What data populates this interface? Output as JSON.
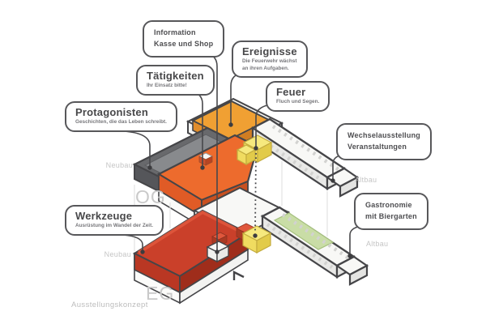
{
  "footer": "Ausstellungskonzept",
  "floor_labels": {
    "og": "OG",
    "eg": "EG"
  },
  "wing_labels": {
    "og_neubau": "Neubau",
    "og_altbau": "Altbau",
    "eg_neubau": "Neubau",
    "eg_altbau": "Altbau"
  },
  "callouts": {
    "information": {
      "line1": "Information",
      "line2": "Kasse und Shop"
    },
    "ereignisse": {
      "title": "Ereignisse",
      "subtitle1": "Die Feuerwehr wächst",
      "subtitle2": "an ihren Aufgaben."
    },
    "taetigkeiten": {
      "title": "Tätigkeiten",
      "subtitle": "Ihr Einsatz bitte!"
    },
    "feuer": {
      "title": "Feuer",
      "subtitle": "Fluch und Segen."
    },
    "protagonisten": {
      "title": "Protagonisten",
      "subtitle": "Geschichten, die das Leben schreibt."
    },
    "wechselausstellung": {
      "line1": "Wechselausstellung",
      "line2": "Veranstaltungen"
    },
    "gastronomie": {
      "line1": "Gastronomie",
      "line2": "mit Biergarten"
    },
    "werkzeuge": {
      "title": "Werkzeuge",
      "subtitle": "Ausrüstung im Wandel der Zeit."
    }
  },
  "colors": {
    "outline": "#454548",
    "white_top": "#f8f8f6",
    "white_front_l": "#f1f1ef",
    "white_front_r": "#e9e9e7",
    "end_face": "#e4e4e2",
    "gray_top": "#68696c",
    "gray_inner": "#888a8d",
    "gray_front": "#55565a",
    "orange_top": "#ed6b2d",
    "orange_front_l": "#e05b26",
    "orange_front_r": "#c85020",
    "amber_top": "#f0a033",
    "amber_front_l": "#e18d2b",
    "amber_front_r": "#d07d22",
    "yellow_top": "#f6e97e",
    "yellow_front_l": "#f0dc60",
    "yellow_front_r": "#e2cb4a",
    "red_top": "#ca402a",
    "red_rim": "#e0573c",
    "red_front_l": "#b93723",
    "red_front_r": "#9f2d1b",
    "red_box_top": "#e0573c",
    "red_box_front": "#aa3a23",
    "green_area": "#c9dda6",
    "leader": "#48484b",
    "dot": "#3c3c3f",
    "guide": "#e3e3e3",
    "window_row": "#d2d2d0"
  }
}
